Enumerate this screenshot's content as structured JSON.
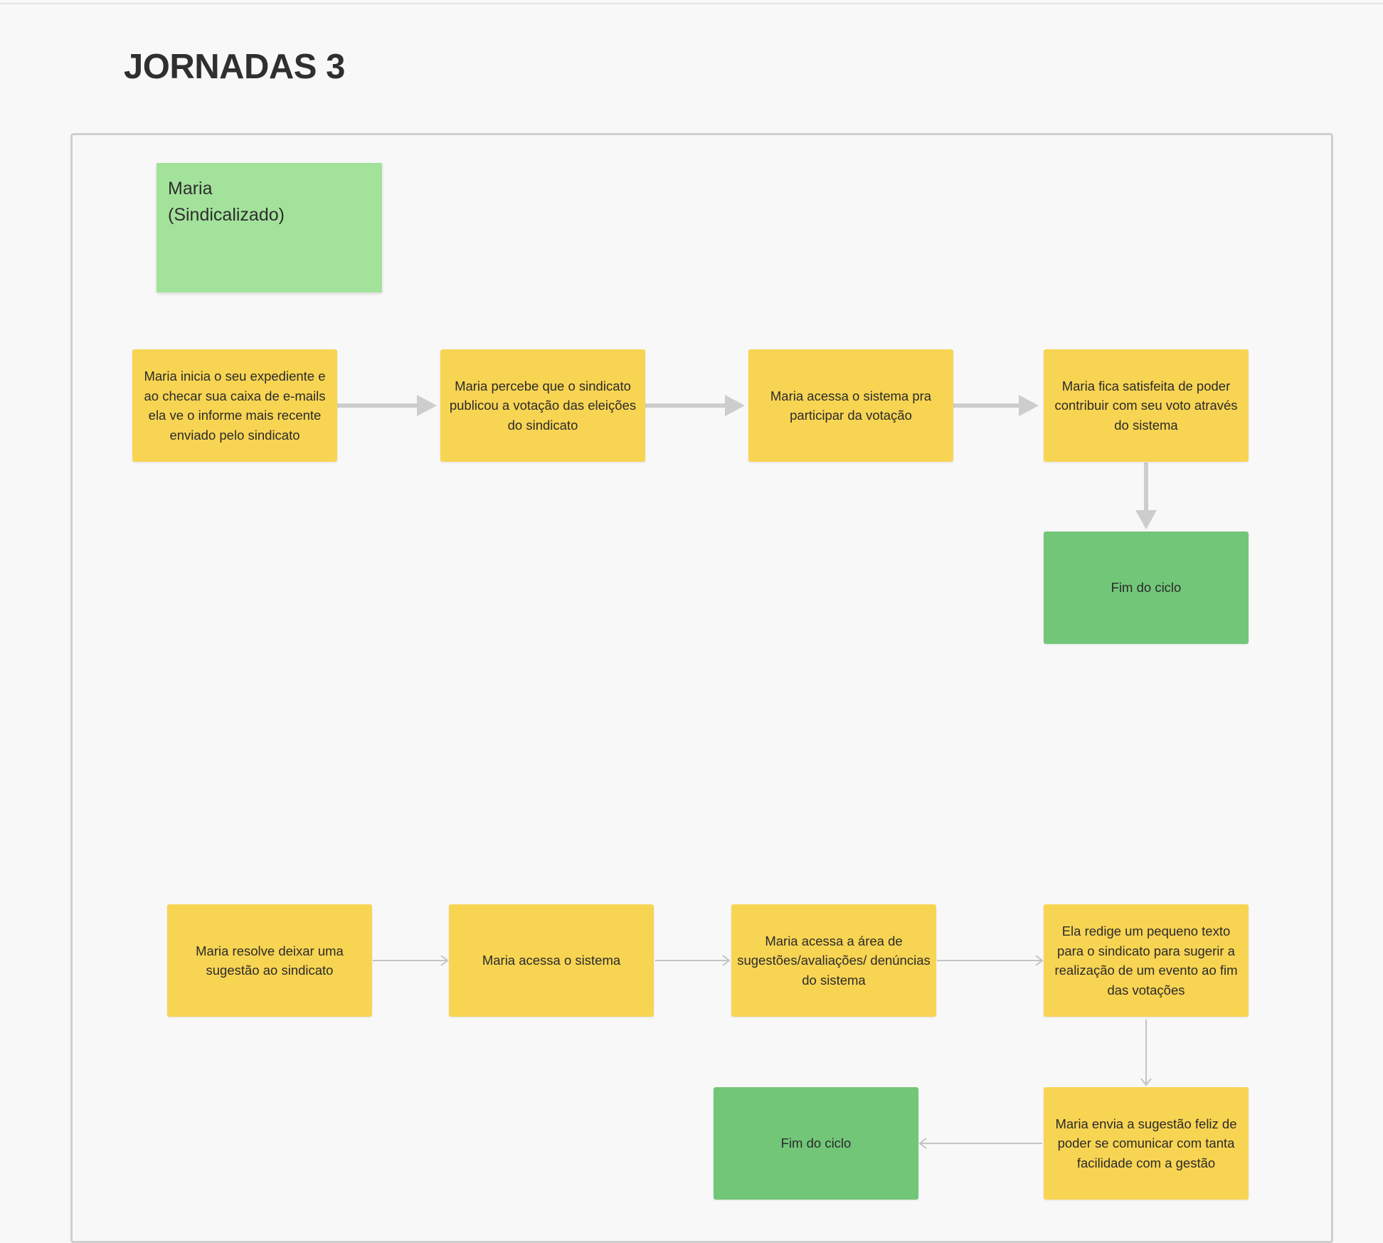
{
  "title": "JORNADAS 3",
  "persona": {
    "name": "Maria",
    "role": "(Sindicalizado)"
  },
  "journey1": [
    "Maria inicia o seu expediente  e ao checar sua caixa de e-mails ela ve o informe mais recente enviado pelo sindicato",
    "Maria percebe que o sindicato publicou a votação das eleições do sindicato",
    "Maria acessa o sistema pra participar da votação",
    "Maria  fica satisfeita de poder contribuir com seu voto através do sistema",
    "Fim do ciclo"
  ],
  "journey2": [
    "Maria resolve deixar uma sugestão ao sindicato",
    "Maria acessa o sistema",
    "Maria acessa a área de sugestões/avaliações/ denúncias do sistema",
    "Ela redige um pequeno texto para o sindicato para sugerir a realização de um evento ao fim das votações",
    "Maria envia a sugestão feliz de poder se comunicar com tanta facilidade com a gestão",
    "Fim do ciclo"
  ],
  "colors": {
    "step": "#f8d453",
    "end": "#72c678",
    "persona": "#a3e29b",
    "connector": "#cccccc",
    "frame_border": "#cfcfcf"
  }
}
